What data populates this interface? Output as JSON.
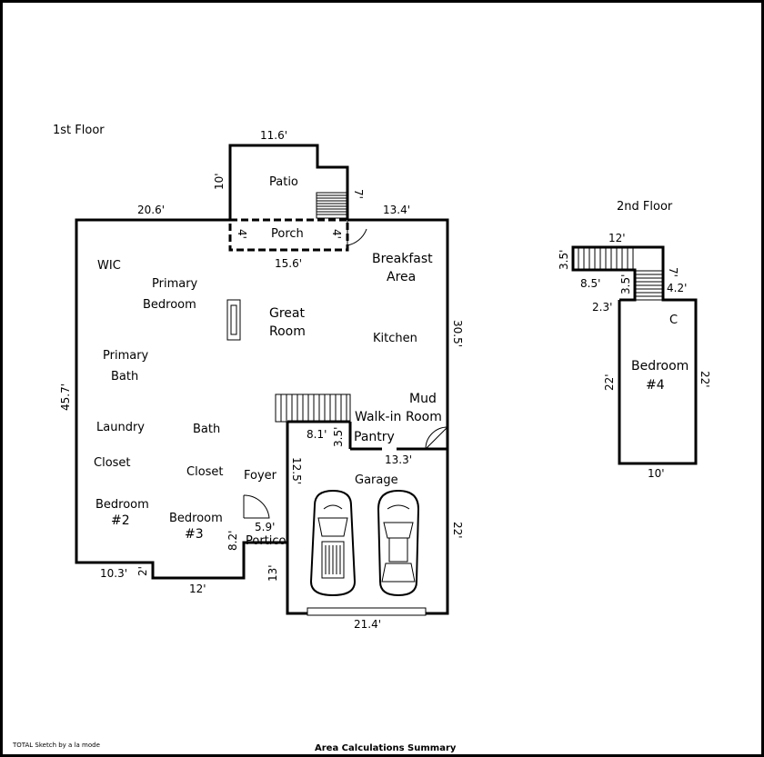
{
  "floors": {
    "first": "1st Floor",
    "second": "2nd Floor"
  },
  "rooms": {
    "patio": "Patio",
    "porch": "Porch",
    "breakfast_line1": "Breakfast",
    "breakfast_line2": "Area",
    "wic": "WIC",
    "primary_bedroom_line1": "Primary",
    "primary_bedroom_line2": "Bedroom",
    "great_room_line1": "Great",
    "great_room_line2": "Room",
    "kitchen": "Kitchen",
    "primary_bath_line1": "Primary",
    "primary_bath_line2": "Bath",
    "mud_line1": "Mud",
    "mud_line2": "Room",
    "walk_in": "Walk-in",
    "pantry": "Pantry",
    "laundry": "Laundry",
    "bath": "Bath",
    "closet_left": "Closet",
    "closet_mid": "Closet",
    "foyer": "Foyer",
    "garage": "Garage",
    "bedroom2_line1": "Bedroom",
    "bedroom2_line2": "#2",
    "bedroom3_line1": "Bedroom",
    "bedroom3_line2": "#3",
    "portico": "Portico",
    "bedroom4_line1": "Bedroom",
    "bedroom4_line2": "#4",
    "closet_c": "C"
  },
  "dimensions": {
    "patio_top": "11.6'",
    "patio_left": "10'",
    "patio_right": "7'",
    "top_left": "20.6'",
    "top_right": "13.4'",
    "porch_left": "4'",
    "porch_right": "4'",
    "porch_bottom": "15.6'",
    "left_side": "45.7'",
    "right_side": "30.5'",
    "pantry_top": "8.1'",
    "pantry_side": "3.5'",
    "mud_bottom": "13.3'",
    "garage_left": "12.5'",
    "garage_right": "22'",
    "garage_bottom": "21.4'",
    "garage_lower_left": "13'",
    "portico_top": "5.9'",
    "portico_side": "8.2'",
    "bottom_left": "10.3'",
    "bottom_step": "2'",
    "bottom_mid": "12'",
    "f2_top": "12'",
    "f2_stair_left": "3.5'",
    "f2_stair_bottom": "8.5'",
    "f2_stair_width": "3.5'",
    "f2_stair_right": "7'",
    "f2_right_top": "4.2'",
    "f2_left_top": "2.3'",
    "f2_left": "22'",
    "f2_right": "22'",
    "f2_bottom": "10'"
  },
  "footer": {
    "credit": "TOTAL Sketch by a la mode",
    "summary": "Area Calculations Summary"
  }
}
